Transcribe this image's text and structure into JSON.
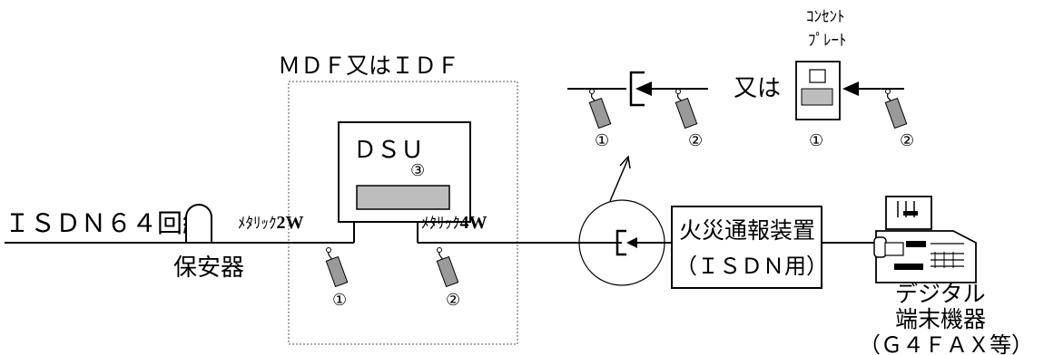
{
  "colors": {
    "line": "#000000",
    "tag_fill": "#9a9a9a",
    "screen_fill": "#bdbdbd",
    "background": "#ffffff"
  },
  "diagram": {
    "isdn_line": "ＩＳＤＮ６４回線",
    "protector": "保安器",
    "mdf_label": "ＭＤＦ又はＩＤＦ",
    "metallic_2w_kana": "ﾒﾀﾘｯｸ",
    "metallic_2w_suffix": "2W",
    "dsu": "ＤＳＵ",
    "dsu_num": "③",
    "metallic_4w_kana": "ﾒﾀﾘｯｸ",
    "metallic_4w_suffix": "4W",
    "tag1": "①",
    "tag2": "②",
    "detail_tag1": "①",
    "detail_tag2": "②",
    "or": "又は",
    "outlet_line1": "ｺﾝｾﾝﾄ",
    "outlet_line2": "ﾌﾟﾚｰﾄ",
    "outlet_tag1": "①",
    "outlet_tag2": "②",
    "fire_device_line1": "火災通報装置",
    "fire_device_line2": "（ＩＳＤＮ用）",
    "terminal_line1": "デジタル",
    "terminal_line2": "端末機器",
    "terminal_line3": "（Ｇ４ＦＡＸ等）"
  }
}
